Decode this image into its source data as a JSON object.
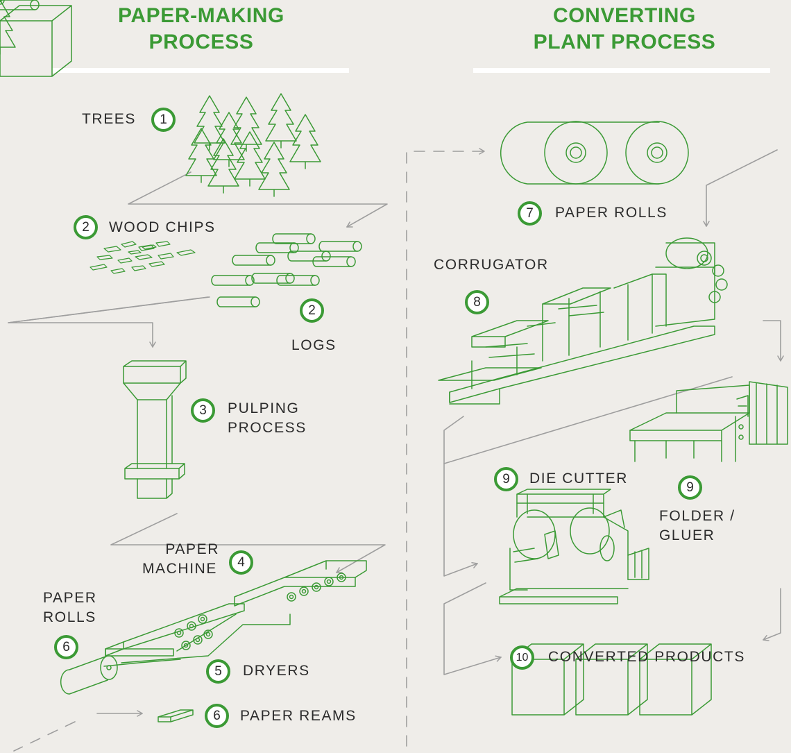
{
  "headings": {
    "left": [
      "PAPER-MAKING",
      "PROCESS"
    ],
    "right": [
      "CONVERTING",
      "PLANT PROCESS"
    ]
  },
  "colors": {
    "accent": "#3b9a35",
    "background": "#efede9",
    "arrow": "#9e9e9e"
  },
  "steps": {
    "trees": {
      "num": "1",
      "label": "TREES"
    },
    "wood_chips": {
      "num": "2",
      "label": "WOOD CHIPS"
    },
    "logs": {
      "num": "2",
      "label": "LOGS"
    },
    "pulping": {
      "num": "3",
      "label1": "PULPING",
      "label2": "PROCESS"
    },
    "paper_machine": {
      "num": "4",
      "label1": "PAPER",
      "label2": "MACHINE"
    },
    "dryers": {
      "num": "5",
      "label": "DRYERS"
    },
    "paper_rolls_left": {
      "num": "6",
      "label1": "PAPER",
      "label2": "ROLLS"
    },
    "paper_reams": {
      "num": "6",
      "label": "PAPER REAMS"
    },
    "paper_rolls_right": {
      "num": "7",
      "label": "PAPER ROLLS"
    },
    "corrugator": {
      "num": "8",
      "label": "CORRUGATOR"
    },
    "die_cutter": {
      "num": "9",
      "label": "DIE CUTTER"
    },
    "folder_gluer": {
      "num": "9",
      "label1": "FOLDER /",
      "label2": "GLUER"
    },
    "converted": {
      "num": "10",
      "label": "CONVERTED PRODUCTS"
    }
  }
}
